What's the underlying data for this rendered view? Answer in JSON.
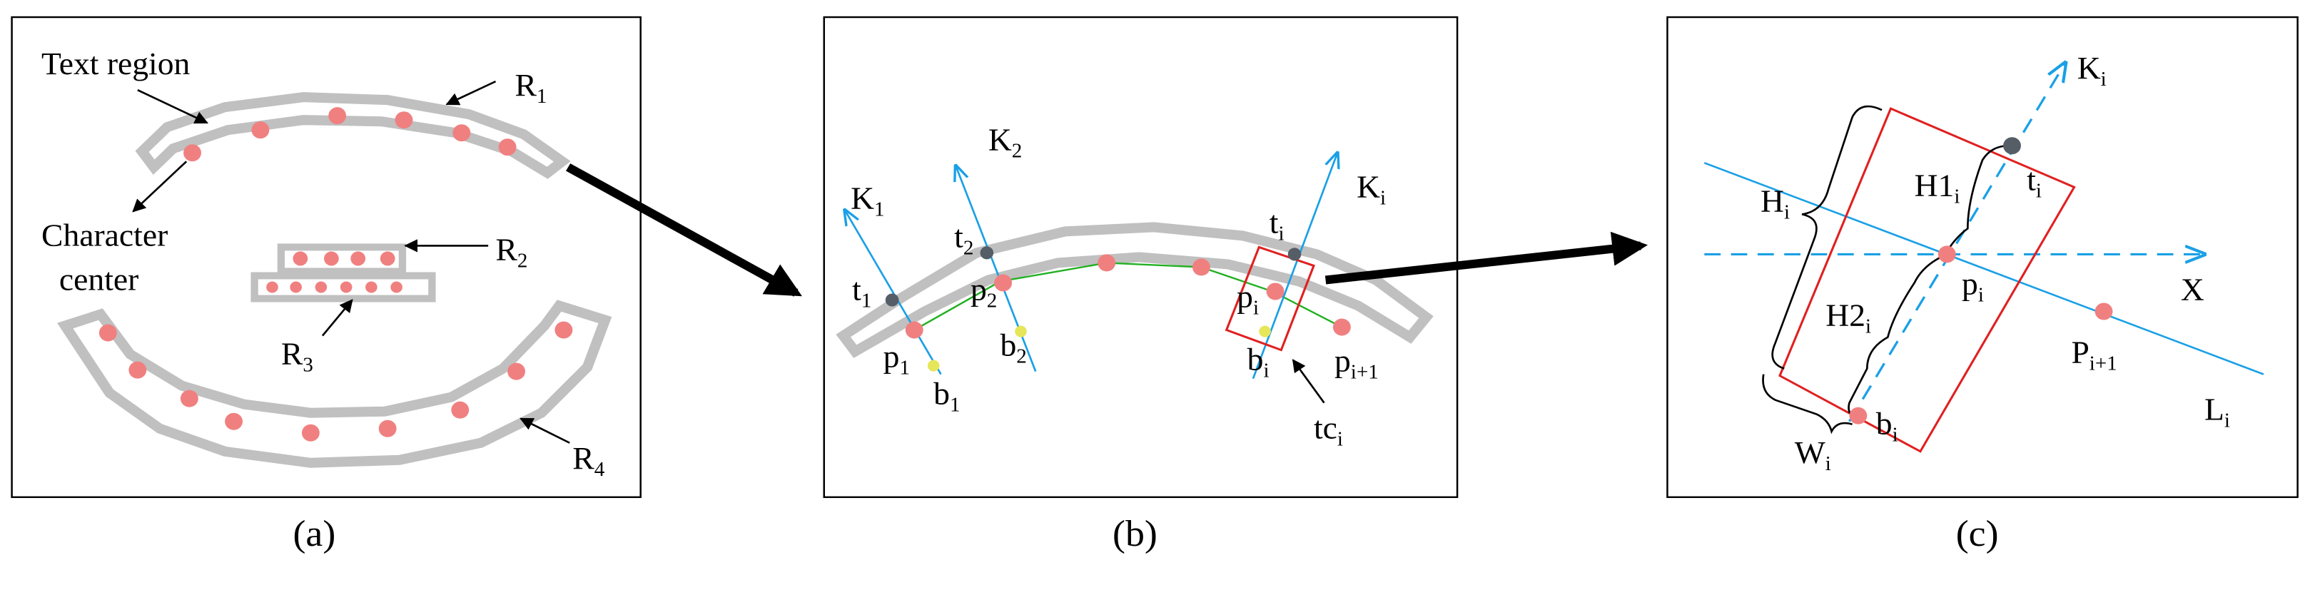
{
  "panel_a": {
    "label_text_region": "Text region",
    "label_character": "Character",
    "label_center": "center",
    "regions": [
      {
        "base": "R",
        "sub": "1"
      },
      {
        "base": "R",
        "sub": "2"
      },
      {
        "base": "R",
        "sub": "3"
      },
      {
        "base": "R",
        "sub": "4"
      }
    ],
    "caption": "(a)"
  },
  "panel_b": {
    "axes": [
      {
        "base": "K",
        "sub": "1"
      },
      {
        "base": "K",
        "sub": "2"
      },
      {
        "base": "K",
        "sub": "i"
      }
    ],
    "points": [
      {
        "base": "t",
        "sub": "1"
      },
      {
        "base": "t",
        "sub": "2"
      },
      {
        "base": "t",
        "sub": "i"
      },
      {
        "base": "p",
        "sub": "1"
      },
      {
        "base": "p",
        "sub": "2"
      },
      {
        "base": "p",
        "sub": "i"
      },
      {
        "base": "p",
        "sub": "i+1"
      },
      {
        "base": "b",
        "sub": "1"
      },
      {
        "base": "b",
        "sub": "2"
      },
      {
        "base": "b",
        "sub": "i"
      }
    ],
    "box": {
      "base": "tc",
      "sub": "i"
    },
    "caption": "(b)"
  },
  "panel_c": {
    "K": {
      "base": "K",
      "sub": "i"
    },
    "H": {
      "base": "H",
      "sub": "i"
    },
    "H1": {
      "base": "H1",
      "sub": "i"
    },
    "t": {
      "base": "t",
      "sub": "i"
    },
    "X": "X",
    "p": {
      "base": "p",
      "sub": "i"
    },
    "H2": {
      "base": "H2",
      "sub": "i"
    },
    "P": {
      "base": "P",
      "sub": "i+1"
    },
    "L": {
      "base": "L",
      "sub": "i"
    },
    "b": {
      "base": "b",
      "sub": "i"
    },
    "W": {
      "base": "W",
      "sub": "i"
    },
    "caption": "(c)"
  },
  "colors": {
    "region_stroke": "#c0c0c0",
    "center_dot": "#f08080",
    "top_point": "#555d66",
    "bottom_point": "#e6e65a",
    "axis_line": "#1aa0e6",
    "centerline": "#22b022",
    "text_box": "#e02020"
  }
}
